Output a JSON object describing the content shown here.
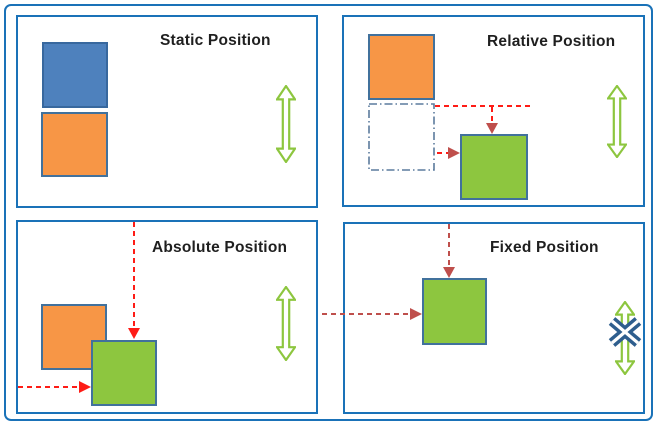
{
  "diagram": {
    "panels": {
      "static": {
        "title": "Static Position"
      },
      "relative": {
        "title": "Relative Position"
      },
      "absolute": {
        "title": "Absolute Position"
      },
      "fixed": {
        "title": "Fixed Position"
      }
    },
    "icons": {
      "scroll_arrow": "vertical-double-arrow",
      "no_scroll": "crossed-out-x"
    }
  },
  "colors": {
    "frame_border": "#1a72b8",
    "blue_square": "#4e81bd",
    "blue_square_border": "#38689e",
    "orange_square": "#f79646",
    "green_square": "#8dc63f",
    "square_border": "#41719c",
    "arrow_green": "#8dc63f",
    "bright_red": "#fe1c16",
    "brick_red": "#bf4f4c",
    "ghost_border": "#5b7b9d",
    "cross_blue": "#2e5e8e",
    "title_text": "#1f1f1f"
  }
}
